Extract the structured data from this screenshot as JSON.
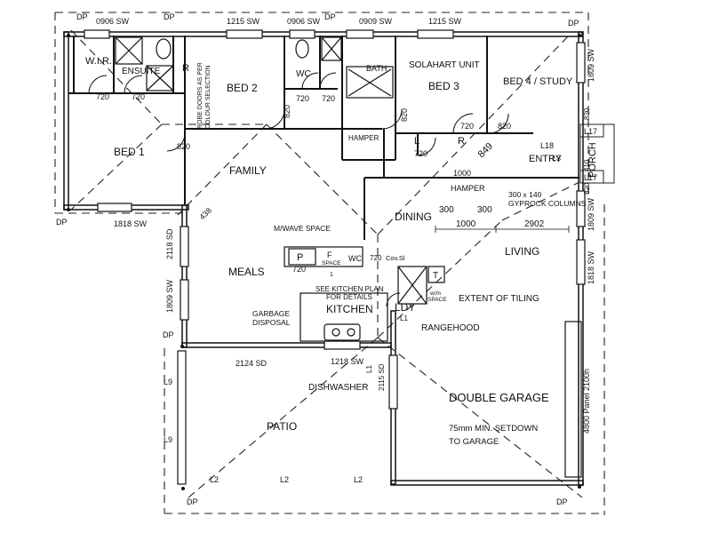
{
  "plan": {
    "rooms": {
      "wir": "W.I.R.",
      "ensuite": "ENSUITE",
      "robe_r": "R",
      "bed2": "BED 2",
      "robe_doors_note_1": "ROBE DOORS AS PER",
      "robe_doors_note_2": "COLOUR SELECTION",
      "wc_upper": "WC",
      "bath": "BATH",
      "solahart": "SOLAHART UNIT",
      "bed3": "BED 3",
      "bed4": "BED 4 / STUDY",
      "bed1": "BED 1",
      "family": "FAMILY",
      "hamper_upper": "HAMPER",
      "robe_l": "L",
      "robe_r2": "R",
      "entry": "ENTRY",
      "porch": "PORCH",
      "dining": "DINING",
      "living": "LIVING",
      "meals": "MEALS",
      "mwave": "M/WAVE SPACE",
      "pantry": "P",
      "fridge_space": "SPACE",
      "fridge_f": "F",
      "wc_kitchen": "WC",
      "see_kitchen_1": "SEE KITCHEN PLAN",
      "see_kitchen_2": "FOR DETAILS",
      "kitchen": "KITCHEN",
      "ldy": "LDY",
      "trough": "T",
      "wm_space_1": "w/m",
      "wm_space_2": "SPACE",
      "extent_tiling": "EXTENT OF TILING",
      "garbage_1": "GARBAGE",
      "garbage_2": "DISPOSAL",
      "rangehood": "RANGEHOOD",
      "dishwasher": "DISHWASHER",
      "patio": "PATIO",
      "double_garage": "DOUBLE GARAGE",
      "setdown_1": "75mm MIN. SETDOWN",
      "setdown_2": "TO GARAGE",
      "hamper_mid": "HAMPER",
      "gyprock": "300 x 140",
      "gyprock_2": "GYPROCK COLUMNS",
      "cov_sl": "Cov.Sl"
    },
    "window_codes": {
      "top_1": "0906 SW",
      "top_2": "1215 SW",
      "top_3": "0906 SW",
      "top_4": "0909 SW",
      "top_5": "1215 SW",
      "right_1": "1809 SW",
      "right_2": "1809 SW",
      "right_3": "1818 SW",
      "bed1_bottom": "1818 SW",
      "left_1": "2118 SD",
      "left_2": "1809 SW",
      "patio_door": "2124 SD",
      "kitchen_win": "1218 SW",
      "garage_door": "4800 Panel 2100h",
      "dish_wall": "2115 SD"
    },
    "door_sizes": {
      "d720_a": "720",
      "d720_b": "720",
      "d720_c": "720",
      "d720_d": "720",
      "d720_e": "720",
      "d720_f": "720",
      "d720_g": "720",
      "d720_h": "720",
      "d820_a": "820",
      "d820_b": "820",
      "d820_c": "820",
      "d820_d": "820",
      "d820_e": "820",
      "d820_f": "820",
      "d849": "849",
      "d438": "438",
      "d410": "410",
      "d1000a": "1000",
      "d1000b": "1000",
      "d300a": "300",
      "d300b": "300",
      "d2902": "2902"
    },
    "markers": {
      "dp_tl": "DP",
      "dp_tl2": "DP",
      "dp_top": "DP",
      "dp_tr": "DP",
      "dp_bl_upper": "DP",
      "dp_bl": "DP",
      "dp_br": "DP",
      "dp_left_bed": "DP",
      "l9_a": "L9",
      "l9_b": "L9",
      "l2_a": "L2",
      "l2_b": "L2",
      "l2_c": "L2",
      "l1_a": "L1",
      "l1_b": "L1",
      "l17_a": "L17",
      "l17_b": "L17",
      "l18": "L18",
      "l3": "L3",
      "num_1": "1"
    }
  }
}
